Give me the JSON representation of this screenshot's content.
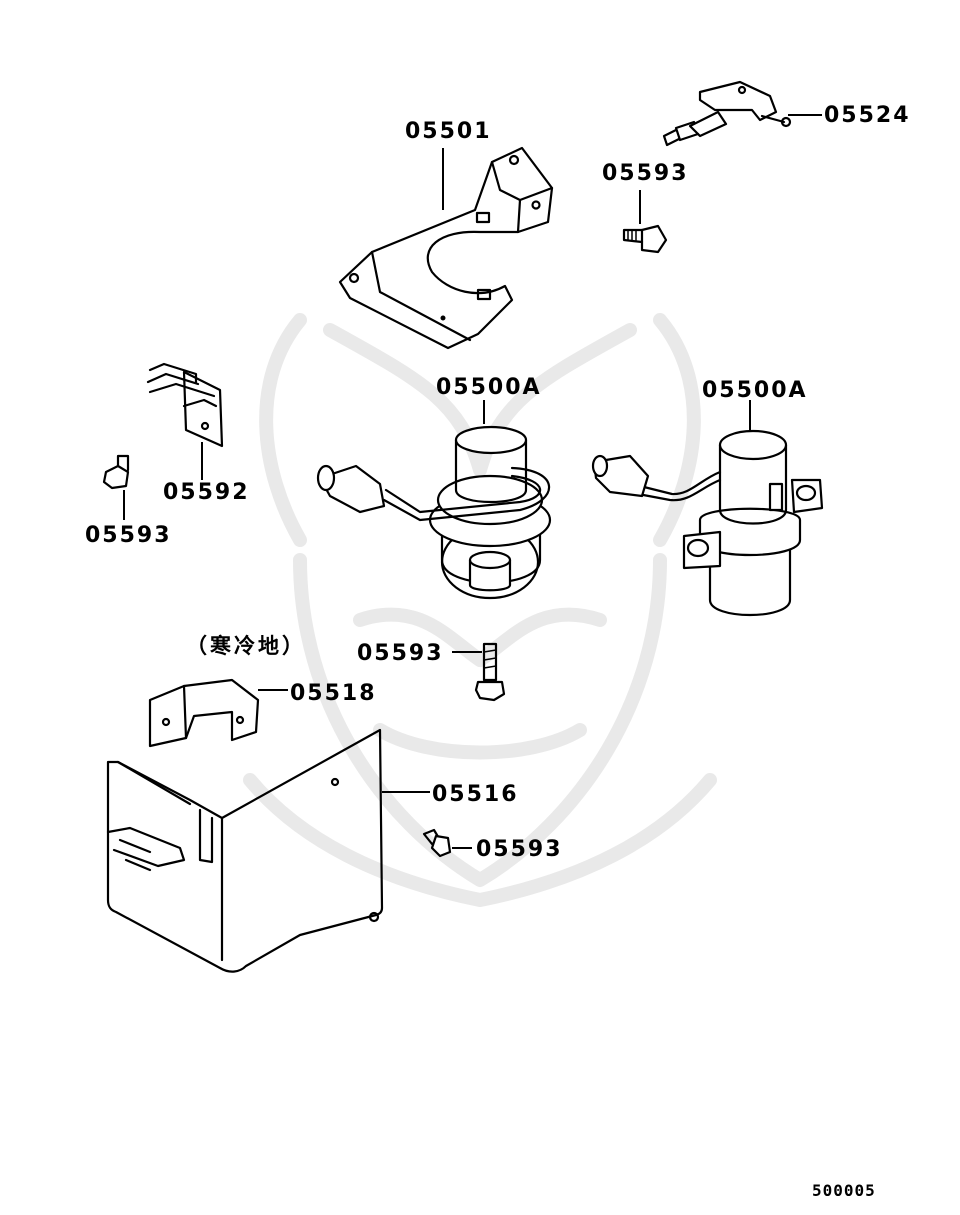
{
  "diagram": {
    "parts": [
      {
        "label": "05501",
        "icon": "bracket-icon"
      },
      {
        "label": "05524",
        "icon": "sensor-icon"
      },
      {
        "label": "05593",
        "icon": "bolt-icon"
      },
      {
        "label": "05500A",
        "icon": "vacuum-pump-icon"
      },
      {
        "label": "05500A",
        "icon": "vacuum-pump-icon"
      },
      {
        "label": "05592",
        "icon": "clip-bracket-icon"
      },
      {
        "label": "05593",
        "icon": "bolt-icon"
      },
      {
        "label": "05593",
        "icon": "bolt-icon"
      },
      {
        "label": "05518",
        "icon": "cover-icon"
      },
      {
        "label": "05516",
        "icon": "shield-icon"
      },
      {
        "label": "05593",
        "icon": "bolt-icon"
      }
    ],
    "note": "（寒冷地）",
    "diagram_code": "500005"
  }
}
